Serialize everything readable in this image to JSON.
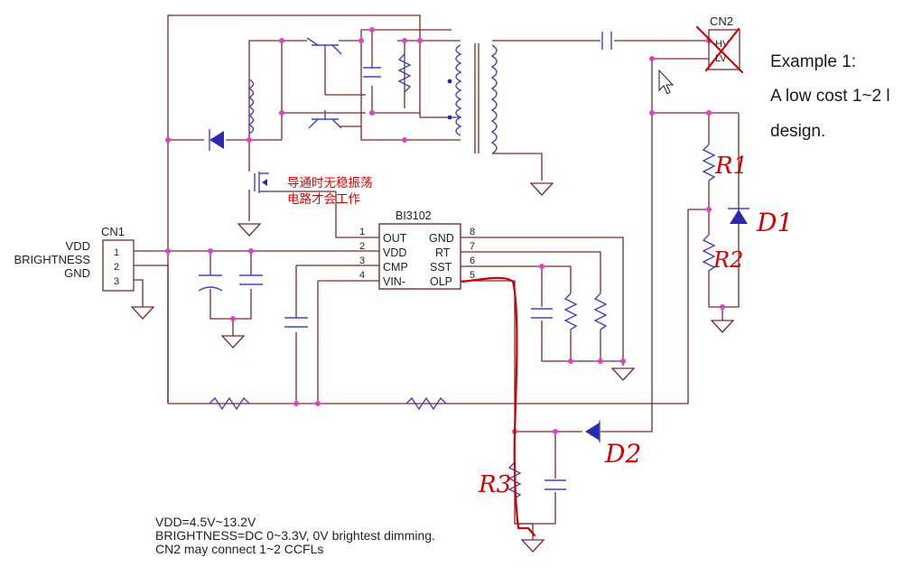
{
  "ic": {
    "name": "BI3102",
    "pins_left": [
      {
        "num": "1",
        "label": "OUT"
      },
      {
        "num": "2",
        "label": "VDD"
      },
      {
        "num": "3",
        "label": "CMP"
      },
      {
        "num": "4",
        "label": "VIN-"
      }
    ],
    "pins_right": [
      {
        "num": "8",
        "label": "GND"
      },
      {
        "num": "7",
        "label": "RT"
      },
      {
        "num": "6",
        "label": "SST"
      },
      {
        "num": "5",
        "label": "OLP"
      }
    ]
  },
  "cn1": {
    "name": "CN1",
    "signals": [
      "VDD",
      "BRIGHTNESS",
      "GND"
    ],
    "pins": [
      "1",
      "2",
      "3"
    ]
  },
  "cn2": {
    "name": "CN2",
    "pins": [
      "HV",
      "LV"
    ]
  },
  "annotation_cn": {
    "line1": "导通时无稳振荡",
    "line2": "电路才会工作"
  },
  "handwritten": {
    "r1": "R1",
    "r2": "R2",
    "r3": "R3",
    "d1": "D1",
    "d2": "D2"
  },
  "notes": [
    "VDD=4.5V~13.2V",
    "BRIGHTNESS=DC 0~3.3V, 0V brightest dimming.",
    "CN2 may connect 1~2 CCFLs"
  ],
  "example": {
    "title": "Example 1:",
    "line1": "A low cost 1~2 l",
    "line2": "design."
  },
  "colors": {
    "wire": "#7a2a2a",
    "component": "#4040cc",
    "junction": "#e040c8",
    "handwriting": "#d20000"
  }
}
